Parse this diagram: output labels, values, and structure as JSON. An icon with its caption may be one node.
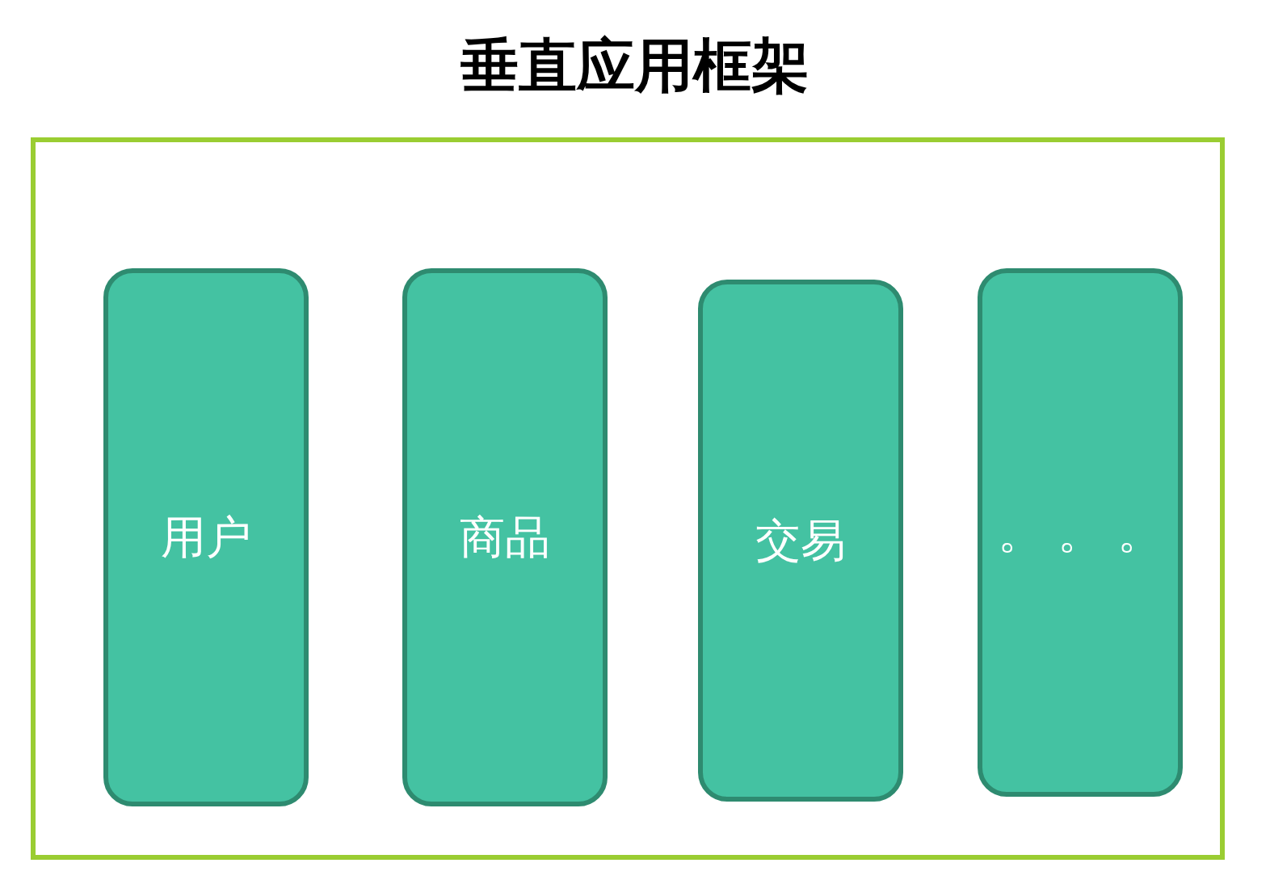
{
  "diagram": {
    "title": "垂直应用框架",
    "nodes": [
      {
        "text": [],
        "shape": "box"
      },
      {
        "text": [
          "用户"
        ],
        "in": 0
      },
      {
        "text": [
          "商品"
        ],
        "in": 0
      },
      {
        "text": [
          "交易"
        ],
        "in": 0
      },
      {
        "text": [
          "。 。 。"
        ],
        "in": 0
      }
    ]
  }
}
